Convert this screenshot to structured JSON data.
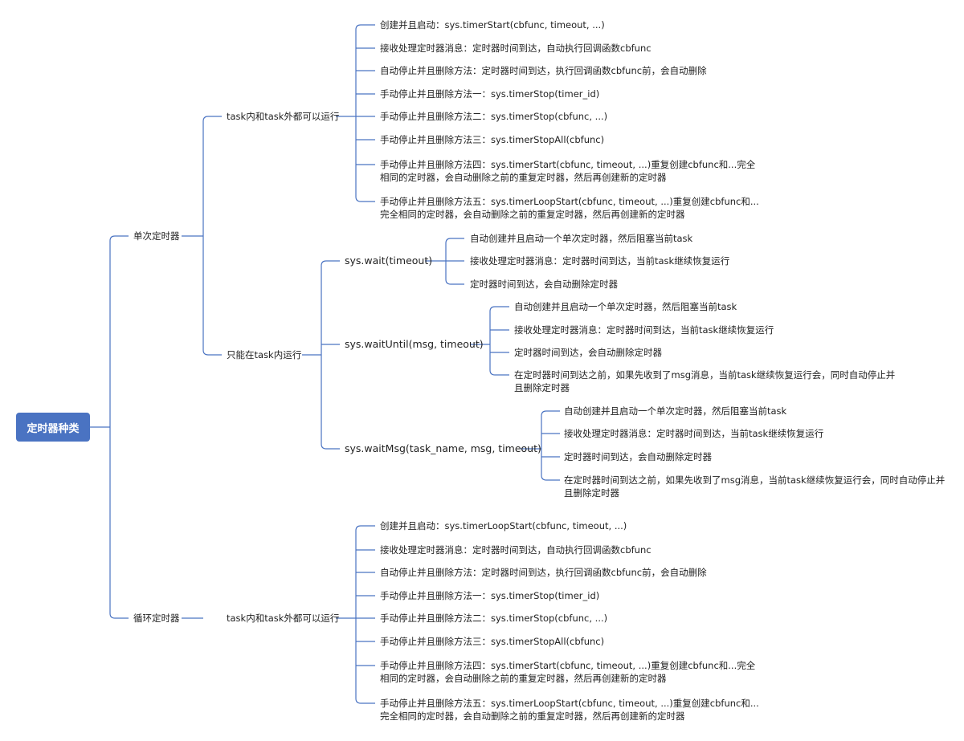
{
  "root": "定时器种类",
  "single": {
    "label": "单次定时器",
    "anywhere": {
      "label": "task内和task外都可以运行",
      "items": [
        "创建并且启动：sys.timerStart(cbfunc, timeout, ...)",
        "接收处理定时器消息：定时器时间到达，自动执行回调函数cbfunc",
        "自动停止并且删除方法：定时器时间到达，执行回调函数cbfunc前，会自动删除",
        "手动停止并且删除方法一：sys.timerStop(timer_id)",
        "手动停止并且删除方法二：sys.timerStop(cbfunc, ...)",
        "手动停止并且删除方法三：sys.timerStopAll(cbfunc)",
        "手动停止并且删除方法四：sys.timerStart(cbfunc, timeout, ...)重复创建cbfunc和...完全相同的定时器，会自动删除之前的重复定时器，然后再创建新的定时器",
        "手动停止并且删除方法五：sys.timerLoopStart(cbfunc, timeout, ...)重复创建cbfunc和...完全相同的定时器，会自动删除之前的重复定时器，然后再创建新的定时器"
      ]
    },
    "task_only": {
      "label": "只能在task内运行",
      "wait": {
        "label": "sys.wait(timeout)",
        "items": [
          "自动创建并且启动一个单次定时器，然后阻塞当前task",
          "接收处理定时器消息：定时器时间到达，当前task继续恢复运行",
          "定时器时间到达，会自动删除定时器"
        ]
      },
      "wait_until": {
        "label": "sys.waitUntil(msg, timeout)",
        "items": [
          "自动创建并且启动一个单次定时器，然后阻塞当前task",
          "接收处理定时器消息：定时器时间到达，当前task继续恢复运行",
          "定时器时间到达，会自动删除定时器",
          "在定时器时间到达之前，如果先收到了msg消息，当前task继续恢复运行会，同时自动停止并且删除定时器"
        ]
      },
      "wait_msg": {
        "label": "sys.waitMsg(task_name, msg, timeout)",
        "items": [
          "自动创建并且启动一个单次定时器，然后阻塞当前task",
          "接收处理定时器消息：定时器时间到达，当前task继续恢复运行",
          "定时器时间到达，会自动删除定时器",
          "在定时器时间到达之前，如果先收到了msg消息，当前task继续恢复运行会，同时自动停止并且删除定时器"
        ]
      }
    }
  },
  "loop": {
    "label": "循环定时器",
    "anywhere": {
      "label": "task内和task外都可以运行",
      "items": [
        "创建并且启动：sys.timerLoopStart(cbfunc, timeout, ...)",
        "接收处理定时器消息：定时器时间到达，自动执行回调函数cbfunc",
        "自动停止并且删除方法：定时器时间到达，执行回调函数cbfunc前，会自动删除",
        "手动停止并且删除方法一：sys.timerStop(timer_id)",
        "手动停止并且删除方法二：sys.timerStop(cbfunc, ...)",
        "手动停止并且删除方法三：sys.timerStopAll(cbfunc)",
        "手动停止并且删除方法四：sys.timerStart(cbfunc, timeout, ...)重复创建cbfunc和...完全相同的定时器，会自动删除之前的重复定时器，然后再创建新的定时器",
        "手动停止并且删除方法五：sys.timerLoopStart(cbfunc, timeout, ...)重复创建cbfunc和...完全相同的定时器，会自动删除之前的重复定时器，然后再创建新的定时器"
      ]
    }
  },
  "colors": {
    "root_fill": "#4a73c2",
    "line": "#4a73c2",
    "text": "#222222"
  }
}
